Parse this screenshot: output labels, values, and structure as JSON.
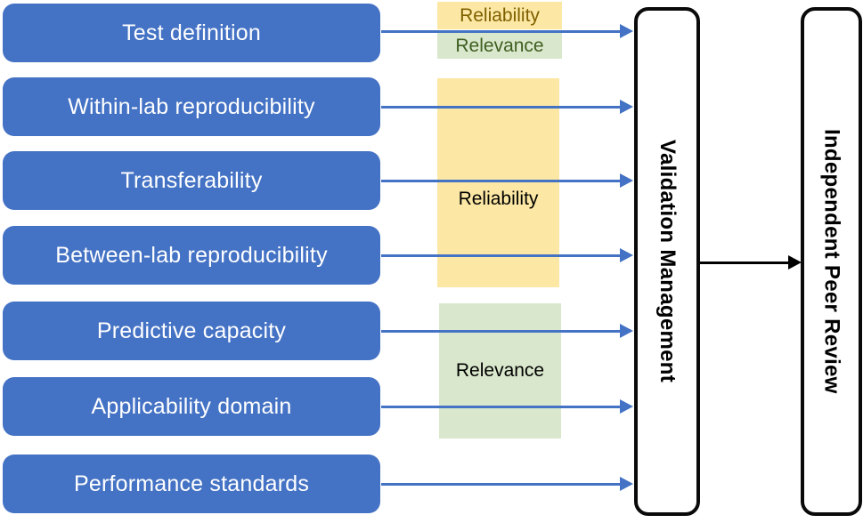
{
  "diagram": {
    "criteria_boxes": [
      {
        "label": "Test definition"
      },
      {
        "label": "Within-lab reproducibility"
      },
      {
        "label": "Transferability"
      },
      {
        "label": "Between-lab reproducibility"
      },
      {
        "label": "Predictive capacity"
      },
      {
        "label": "Applicability domain"
      },
      {
        "label": "Performance standards"
      }
    ],
    "bands": {
      "reliability_small": {
        "label": "Reliability"
      },
      "relevance_small": {
        "label": "Relevance"
      },
      "reliability_large": {
        "label": "Reliability"
      },
      "relevance_large": {
        "label": "Relevance"
      }
    },
    "validation_box": {
      "label": "Validation Management"
    },
    "peer_review_box": {
      "label": "Independent Peer Review"
    },
    "colors": {
      "box_blue": "#4472C4",
      "arrow_blue": "#4472C4",
      "band_yellow": "#FCE8A4",
      "band_green": "#D9E8CC",
      "reliability_small_text": "#7F6000",
      "relevance_small_text": "#3F5E21",
      "large_band_text": "#000000",
      "outline_black": "#0A0A0A",
      "box_text_white": "#FFFFFF"
    }
  }
}
